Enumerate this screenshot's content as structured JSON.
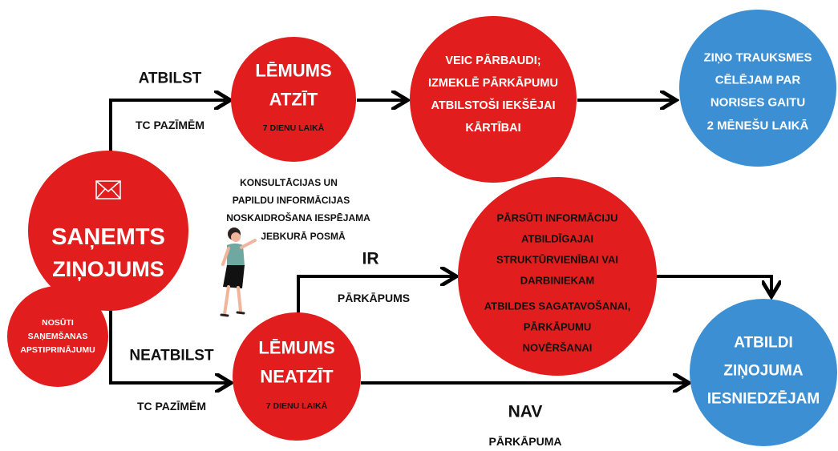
{
  "colors": {
    "red": "#e21d1d",
    "blue": "#3d8fd3",
    "line": "#000000"
  },
  "icons": {
    "envelope": "envelope-icon",
    "person": "woman-illustration"
  },
  "nodes": {
    "received": {
      "lines": [
        "SAŅEMTS",
        "ZIŅOJUMS"
      ]
    },
    "confirm": {
      "lines": [
        "NOSŪTI",
        "SAŅEMŠANAS",
        "APSTIPRINĀJUMU"
      ]
    },
    "accept": {
      "lines": [
        "LĒMUMS",
        "ATZĪT"
      ],
      "deadline": "7 DIENU LAIKĀ"
    },
    "investigate": {
      "lines": [
        "VEIC PĀRBAUDI;",
        "IZMEKLĒ PĀRKĀPUMU",
        "ATBILSTOŠI IEKŠĒJAI",
        "KĀRTĪBAI"
      ]
    },
    "report_progress": {
      "lines": [
        "ZIŅO TRAUKSMES",
        "CĒLĒJAM PAR",
        "NORISES GAITU",
        "2 MĒNEŠU LAIKĀ"
      ]
    },
    "forward": {
      "lines": [
        "PĀRSŪTI INFORMĀCIJU",
        "ATBILDĪGAJAI",
        "STRUKTŪRVIENĪBAI VAI",
        "DARBINIEKAM",
        "ATBILDES SAGATAVOŠANAI,",
        "PĀRKĀPUMU",
        "NOVĒRŠANAI"
      ]
    },
    "reject": {
      "lines": [
        "LĒMUMS",
        "NEATZĪT"
      ],
      "deadline": "7 DIENU LAIKĀ"
    },
    "answer": {
      "lines": [
        "ATBILDI",
        "ZIŅOJUMA",
        "IESNIEDZĒJAM"
      ]
    }
  },
  "edges": {
    "atbilst": {
      "top": "ATBILST",
      "bottom": "TC PAZĪMĒM"
    },
    "neatbilst": {
      "top": "NEATBILST",
      "bottom": "TC PAZĪMĒM"
    },
    "ir": {
      "top": "IR",
      "bottom": "PĀRKĀPUMS"
    },
    "nav": {
      "top": "NAV",
      "bottom": "PĀRKĀPUMA"
    }
  },
  "note": {
    "lines": [
      "KONSULTĀCIJAS UN",
      "PAPILDU INFORMĀCIJAS",
      "NOSKAIDROŠANA IESPĒJAMA",
      "JEBKURĀ POSMĀ"
    ]
  }
}
